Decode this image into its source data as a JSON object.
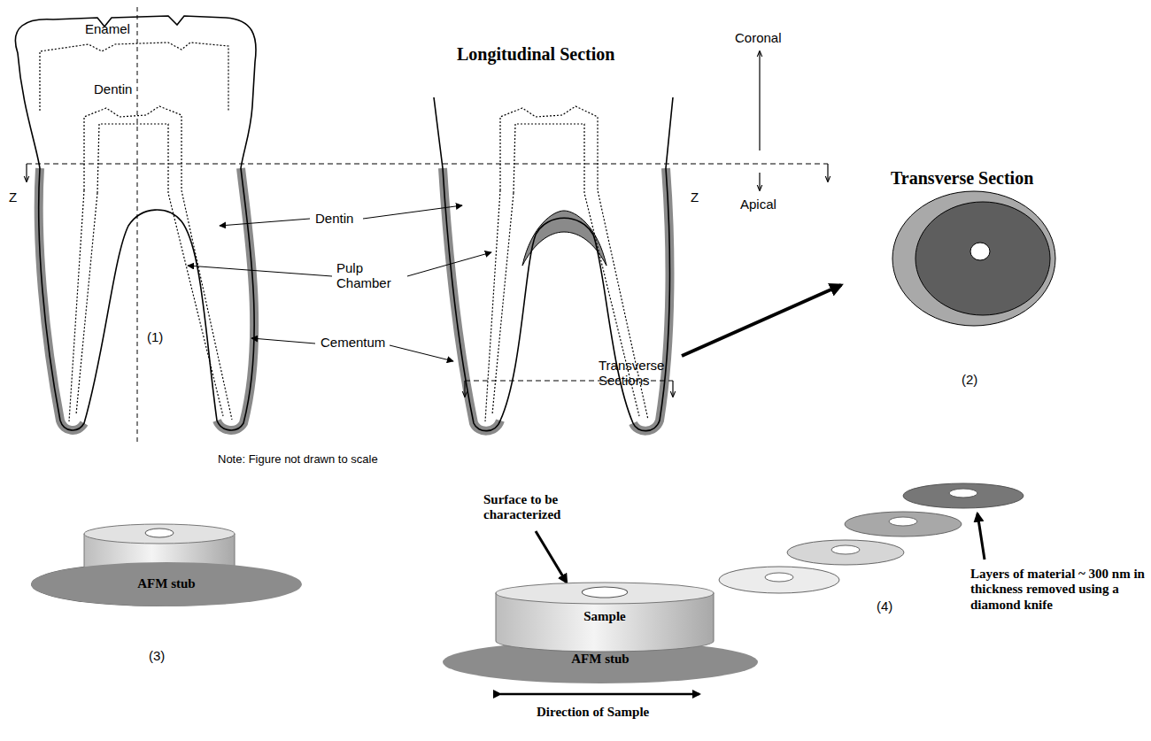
{
  "diagram": {
    "nodes": [
      {
        "text": [
          "AFM stub"
        ]
      },
      {
        "text": [
          "Sample"
        ]
      },
      {
        "text": [
          "AFM stub"
        ]
      }
    ],
    "labels": [
      "Enamel",
      "Dentin",
      "Longitudinal Section",
      "Coronal",
      "Z",
      "Z",
      "Apical",
      "Transverse Section",
      "Dentin",
      "Pulp Chamber",
      "Cementum",
      "(1)",
      "Transverse Sections",
      "(2)",
      "Note: Figure not drawn to scale",
      "Surface to be characterized",
      "Layers of material ~ 300 nm in thickness removed using a diamond knife",
      "(3)",
      "(4)",
      "Direction of Sample"
    ]
  }
}
